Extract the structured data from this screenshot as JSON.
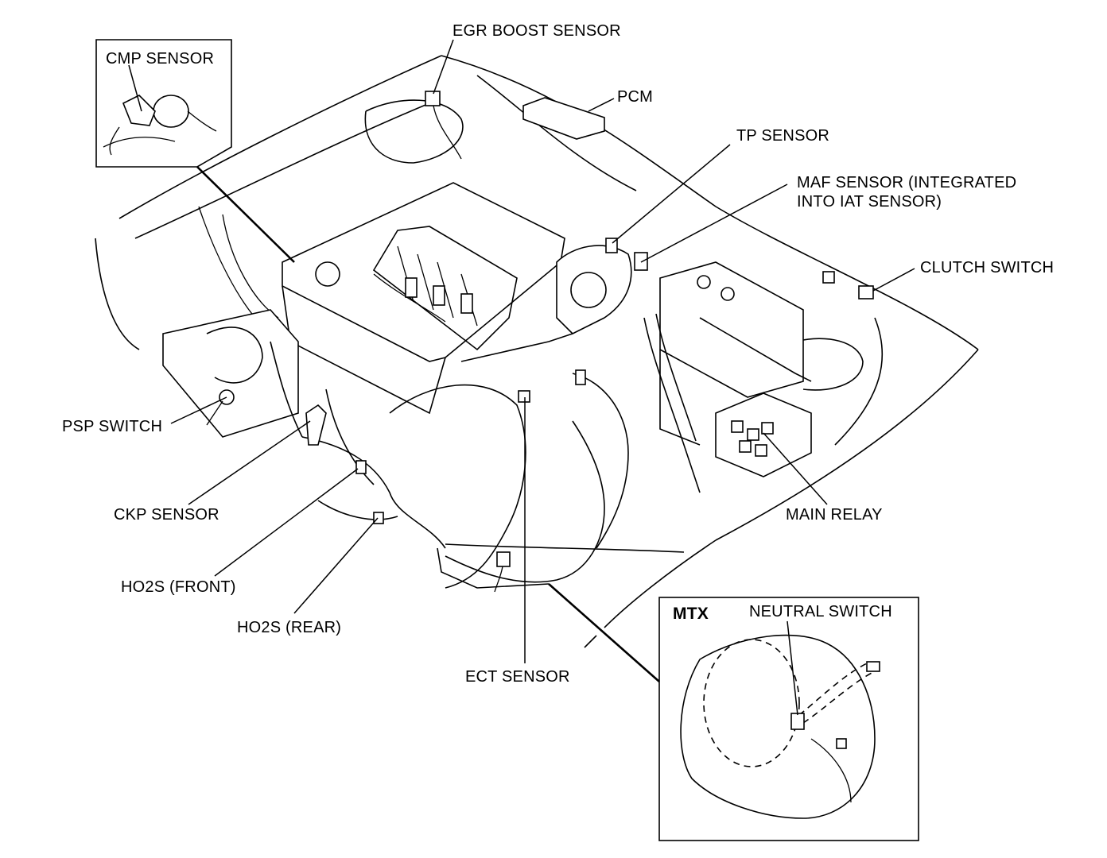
{
  "labels": {
    "cmp_sensor": "CMP SENSOR",
    "egr_boost_sensor": "EGR BOOST SENSOR",
    "pcm": "PCM",
    "tp_sensor": "TP SENSOR",
    "maf_sensor_line1": "MAF SENSOR (INTEGRATED",
    "maf_sensor_line2": "INTO IAT SENSOR)",
    "clutch_switch": "CLUTCH SWITCH",
    "psp_switch": "PSP SWITCH",
    "ckp_sensor": "CKP SENSOR",
    "ho2s_front": "HO2S (FRONT)",
    "ho2s_rear": "HO2S (REAR)",
    "ect_sensor": "ECT SENSOR",
    "main_relay": "MAIN RELAY",
    "mtx": "MTX",
    "neutral_switch": "NEUTRAL SWITCH"
  }
}
